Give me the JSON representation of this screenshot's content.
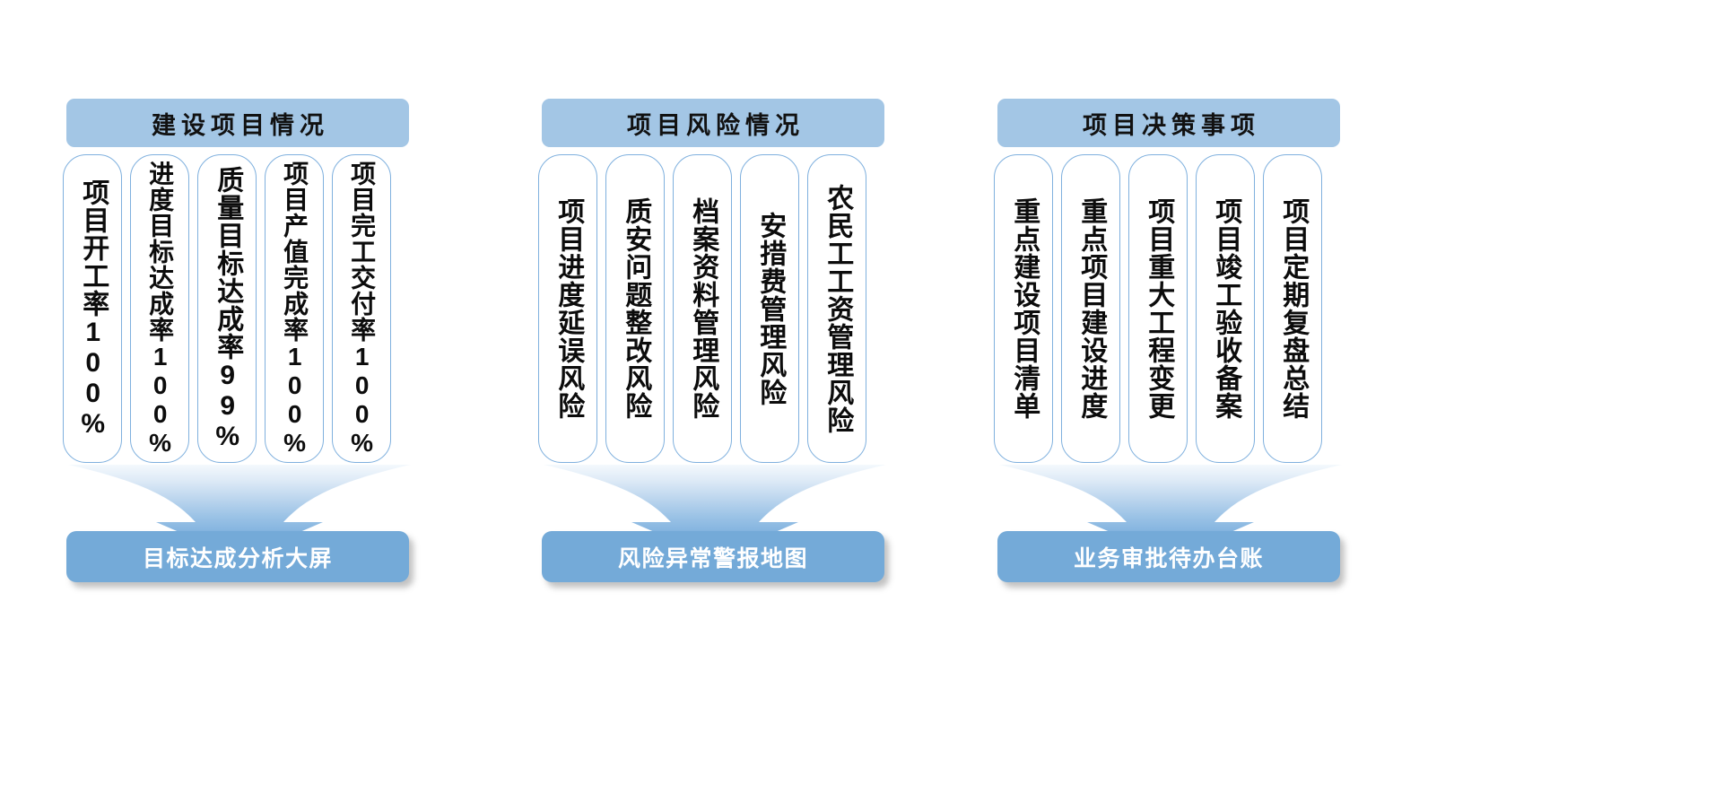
{
  "diagram": {
    "title_colors": {
      "header_fill": "#a3c6e5",
      "column_border": "#7fb0de",
      "result_fill": "#74aad8",
      "funnel_top": "#eaf3fb",
      "funnel_bottom": "#5b9bd5",
      "header_text": "#111111",
      "result_text": "#ffffff"
    },
    "groups": [
      {
        "header": "建设项目情况",
        "items": [
          "项目开工率100%",
          "进度目标达成率100%",
          "质量目标达成率99%",
          "项目产值完成率100%",
          "项目完工交付率100%"
        ],
        "result": "目标达成分析大屏"
      },
      {
        "header": "项目风险情况",
        "items": [
          "项目进度延误风险",
          "质安问题整改风险",
          "档案资料管理风险",
          "安措费管理风险",
          "农民工工资管理风险"
        ],
        "result": "风险异常警报地图"
      },
      {
        "header": "项目决策事项",
        "items": [
          "重点建设项目清单",
          "重点项目建设进度",
          "项目重大工程变更",
          "项目竣工验收备案",
          "项目定期复盘总结"
        ],
        "result": "业务审批待办台账"
      }
    ]
  }
}
